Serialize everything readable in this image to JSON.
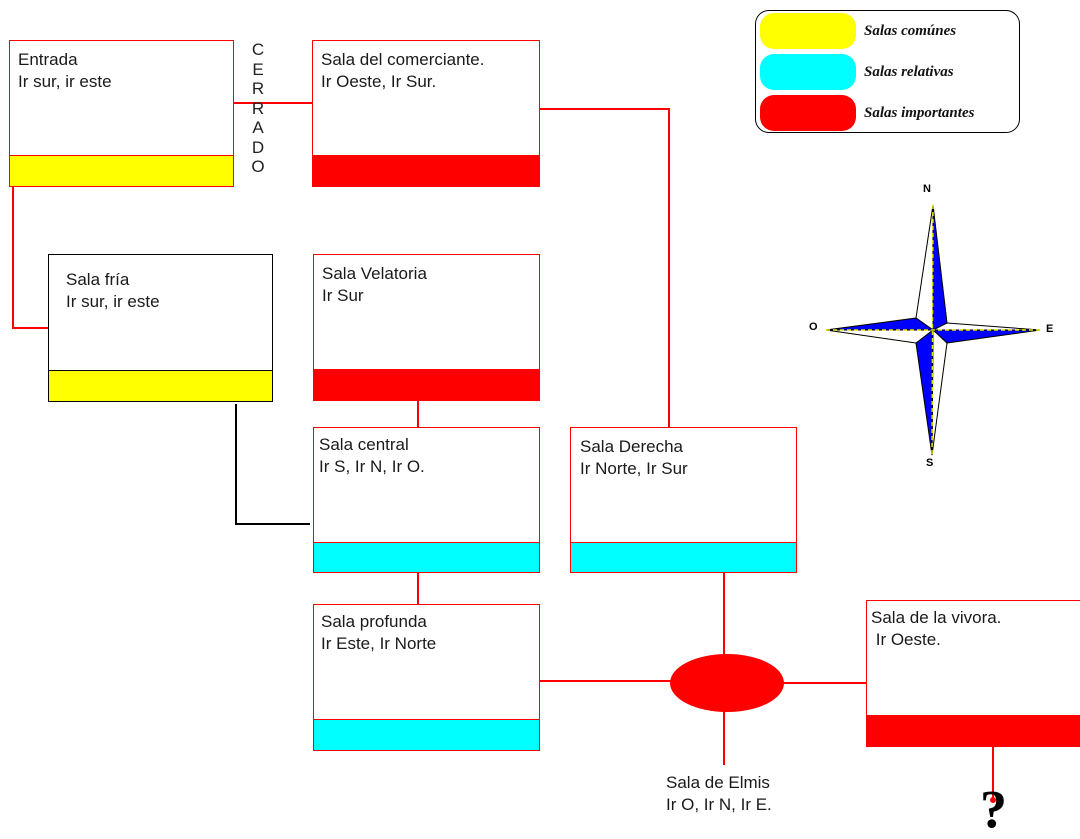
{
  "rooms": {
    "entrada": {
      "title": "Entrada",
      "dirs": "Ir sur, ir este"
    },
    "comerciante": {
      "title": "Sala del comerciante.",
      "dirs": "Ir Oeste, Ir Sur."
    },
    "fria": {
      "title": "Sala fría",
      "dirs": "Ir sur, ir este"
    },
    "velatoria": {
      "title": "Sala Velatoria",
      "dirs": "Ir Sur"
    },
    "central": {
      "title": "Sala central",
      "dirs": "Ir S, Ir N, Ir O."
    },
    "derecha": {
      "title": "Sala Derecha",
      "dirs": "Ir Norte, Ir Sur"
    },
    "profunda": {
      "title": "Sala profunda",
      "dirs": "Ir Este, Ir Norte"
    },
    "vivora": {
      "title": "Sala de la vivora.",
      "dirs": " Ir Oeste."
    },
    "elmis": {
      "title": "Sala de Elmis",
      "dirs": "Ir O, Ir N, Ir E."
    }
  },
  "closed_label": [
    "C",
    "E",
    "R",
    "R",
    "A",
    "D",
    "O"
  ],
  "legend": {
    "items": [
      {
        "label": "Salas comúnes",
        "color": "#ffff00"
      },
      {
        "label": "Salas relativas",
        "color": "#00ffff"
      },
      {
        "label": "Salas importantes",
        "color": "#ff0000"
      }
    ]
  },
  "compass": {
    "north": "N",
    "south": "S",
    "east": "E",
    "west": "O"
  },
  "unknown_marker": "?",
  "colors": {
    "common": "#ffff00",
    "relative": "#00ffff",
    "important": "#ff0000",
    "connector": "#ff0000",
    "compass_fill": "#0000ff"
  }
}
